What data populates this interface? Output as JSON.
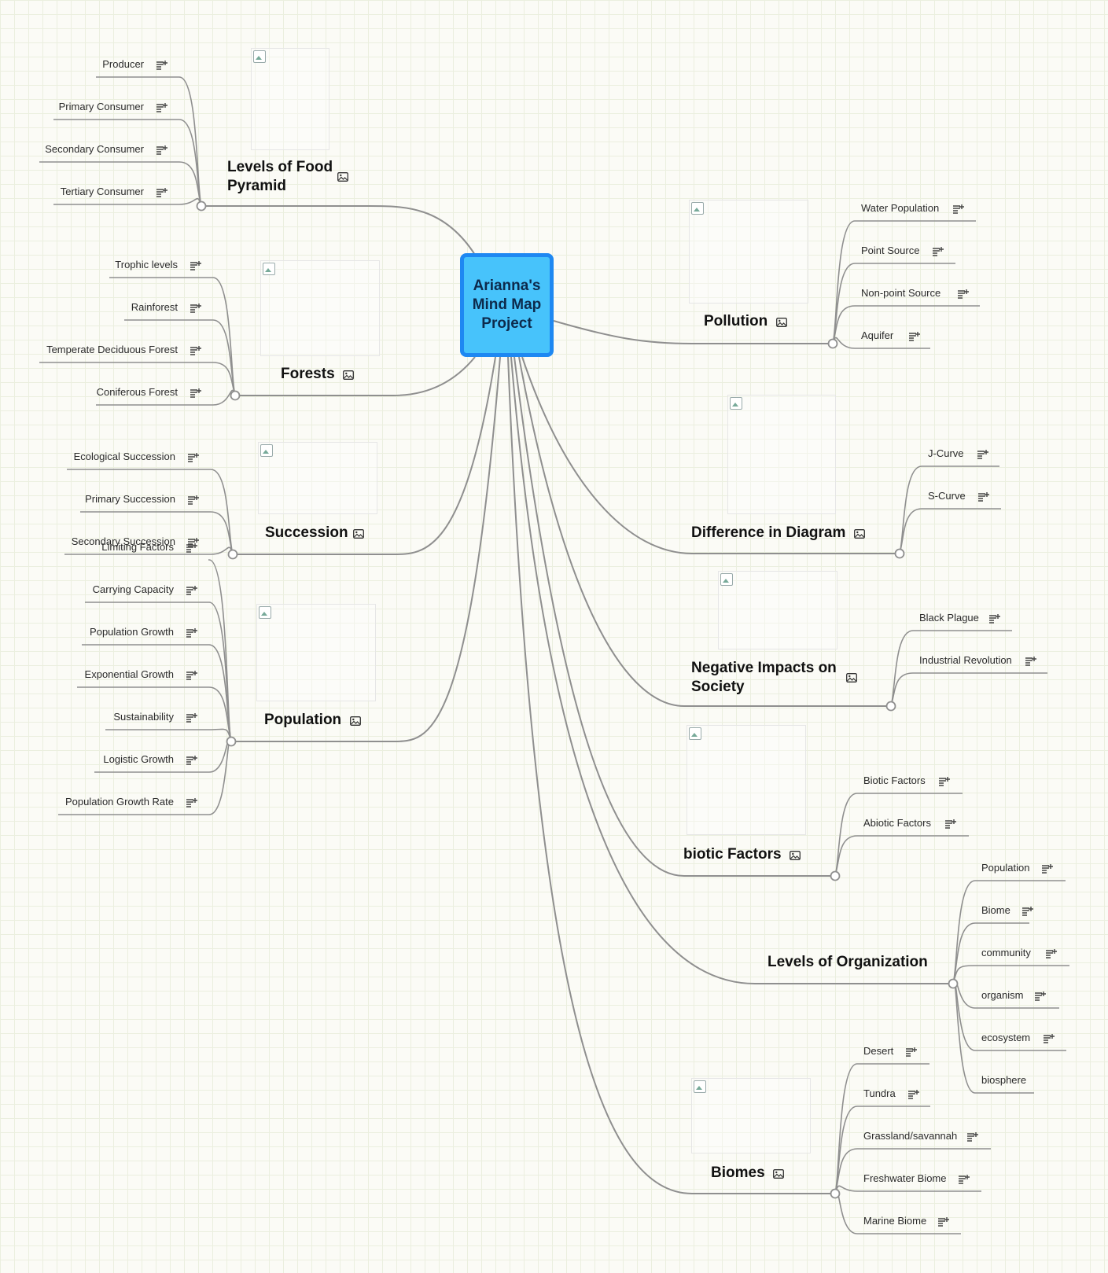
{
  "center_title": "Arianna's Mind Map Project",
  "topics": {
    "food_pyramid": {
      "title": "Levels of Food Pyramid",
      "children": [
        "Producer",
        "Primary Consumer",
        "Secondary Consumer",
        "Tertiary Consumer"
      ]
    },
    "forests": {
      "title": "Forests",
      "children": [
        "Trophic levels",
        "Rainforest",
        "Temperate Deciduous Forest",
        "Coniferous Forest"
      ]
    },
    "succession": {
      "title": "Succession",
      "children": [
        "Ecological Succession",
        "Primary Succession",
        "Secondary Succession"
      ]
    },
    "population": {
      "title": "Population",
      "children": [
        "Limiting Factors",
        "Carrying Capacity",
        "Population Growth",
        "Exponential Growth",
        "Sustainability",
        "Logistic Growth",
        "Population Growth Rate"
      ]
    },
    "pollution": {
      "title": "Pollution",
      "children": [
        "Water Population",
        "Point Source",
        "Non-point Source",
        "Aquifer"
      ]
    },
    "diagram": {
      "title": "Difference in Diagram",
      "children": [
        "J-Curve",
        "S-Curve"
      ]
    },
    "negative": {
      "title": "Negative Impacts on Society",
      "children": [
        "Black Plague",
        "Industrial Revolution"
      ]
    },
    "biotic": {
      "title": "biotic Factors",
      "children": [
        "Biotic Factors",
        "Abiotic Factors"
      ]
    },
    "organization": {
      "title": "Levels of Organization",
      "children": [
        "Population",
        "Biome",
        "community",
        "organism",
        "ecosystem",
        "biosphere"
      ]
    },
    "biomes": {
      "title": "Biomes",
      "children": [
        "Desert",
        "Tundra",
        "Grassland/savannah",
        "Freshwater Biome",
        "Marine Biome"
      ]
    }
  },
  "icons": {
    "note": "note-icon",
    "image": "image-icon"
  },
  "colors": {
    "center_fill": "#47c3fb",
    "center_border": "#1e88f2",
    "link": "#8f8f8f"
  }
}
